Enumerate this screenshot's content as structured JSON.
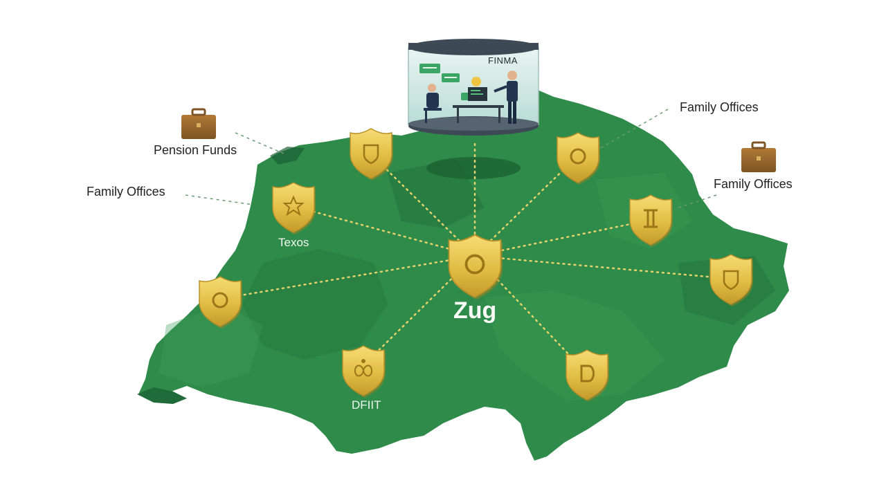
{
  "regulator": {
    "label": "FINMA"
  },
  "hub": {
    "label": "Zug"
  },
  "cities": [
    {
      "label": "Texos"
    },
    {
      "label": "DFIIT"
    }
  ],
  "investors": [
    {
      "label": "Pension Funds",
      "icon": "briefcase-icon"
    },
    {
      "label": "Family Offices",
      "icon": ""
    },
    {
      "label": "Family Offices",
      "icon": ""
    },
    {
      "label": "Family Offices",
      "icon": "briefcase-icon"
    }
  ],
  "shields": [
    {
      "symbol": "shield-crest",
      "position": "north"
    },
    {
      "symbol": "star",
      "position": "north-west"
    },
    {
      "symbol": "circle",
      "position": "west"
    },
    {
      "symbol": "infinity",
      "position": "south-west"
    },
    {
      "symbol": "circle",
      "position": "center"
    },
    {
      "symbol": "circle",
      "position": "north-east"
    },
    {
      "symbol": "roman-two",
      "position": "east"
    },
    {
      "symbol": "crest",
      "position": "far-east"
    },
    {
      "symbol": "d-letter",
      "position": "south-east"
    }
  ],
  "colors": {
    "map_green": "#2e8b4a",
    "map_dark": "#1f6e39",
    "shield_gold": "#e6c24e",
    "connector": "#e8d36a",
    "briefcase": "#9a6a2e"
  }
}
